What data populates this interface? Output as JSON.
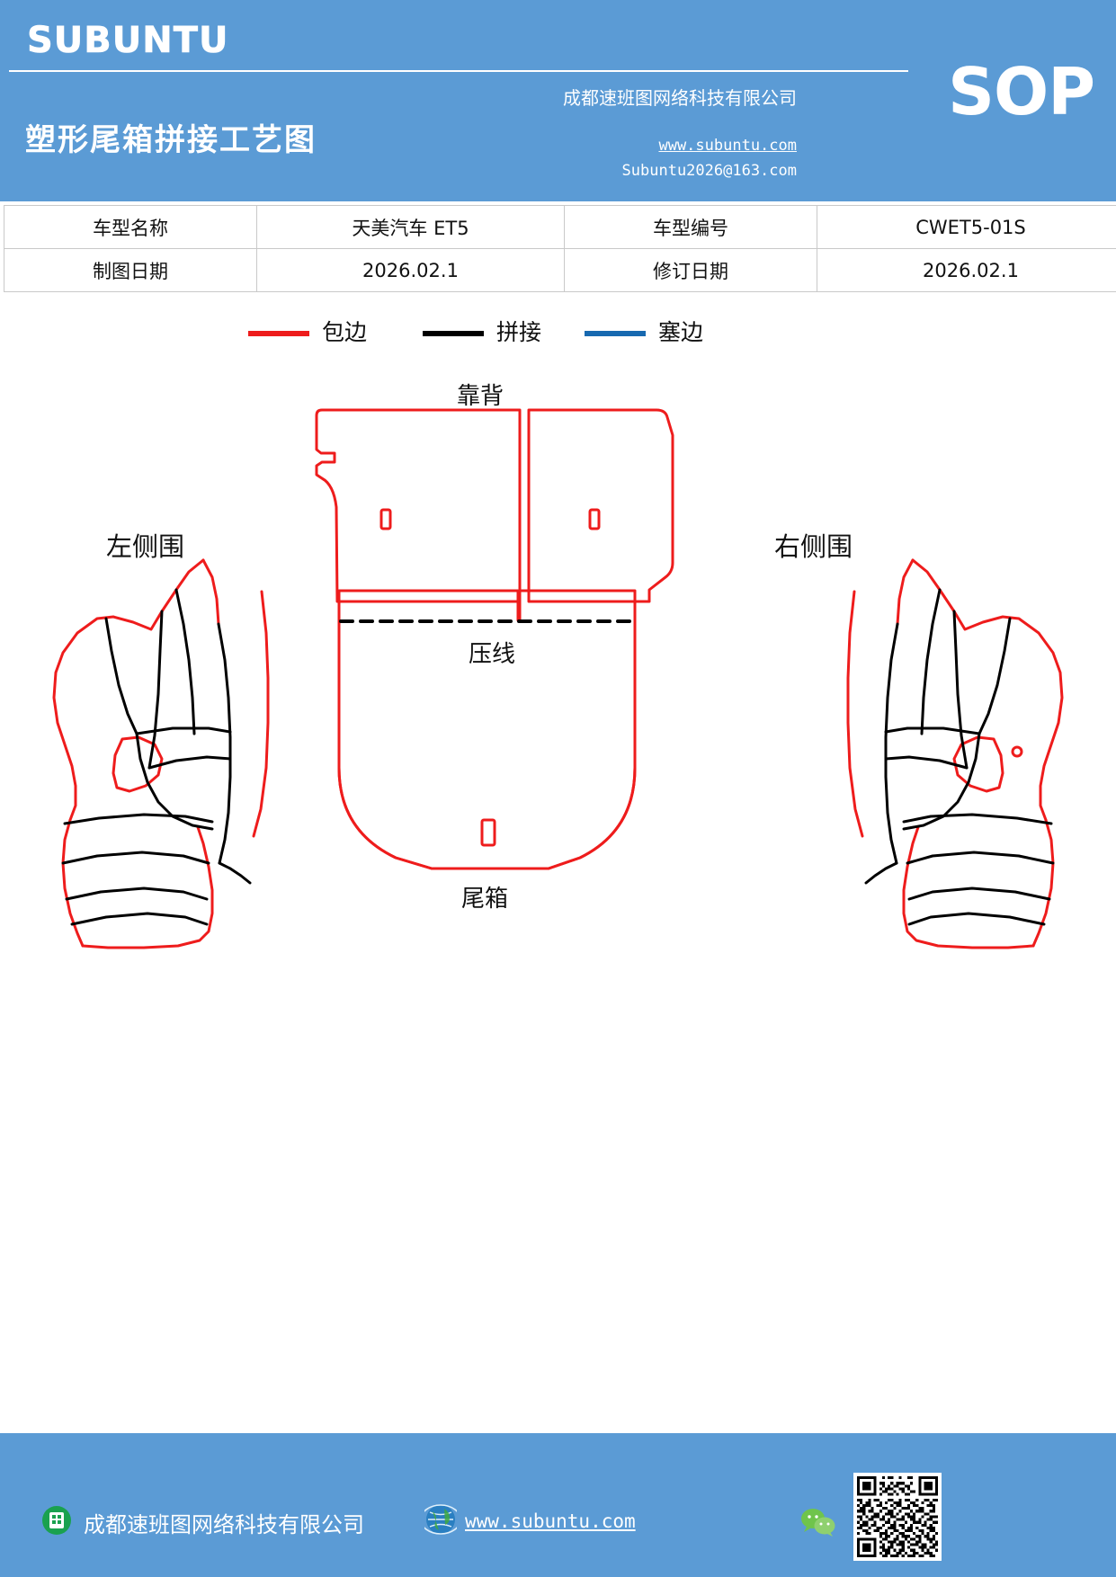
{
  "header": {
    "logo": "SUBUNTU",
    "doc_type": "SOP",
    "title": "塑形尾箱拼接工艺图",
    "company": "成都速班图网络科技有限公司",
    "website": "www.subuntu.com",
    "email": "Subuntu2026@163.com",
    "background_color": "#5b9bd5"
  },
  "info_table": {
    "rows": [
      {
        "label1": "车型名称",
        "value1": "天美汽车 ET5",
        "label2": "车型编号",
        "value2": "CWET5-01S"
      },
      {
        "label1": "制图日期",
        "value1": "2026.02.1",
        "label2": "修订日期",
        "value2": "2026.02.1"
      }
    ]
  },
  "legend": {
    "items": [
      {
        "label": "包边",
        "color": "#ee1c1c"
      },
      {
        "label": "拼接",
        "color": "#000000"
      },
      {
        "label": "塞边",
        "color": "#1769b0"
      }
    ]
  },
  "diagram": {
    "labels": {
      "backrest": "靠背",
      "crease_line": "压线",
      "trunk": "尾箱",
      "left_side": "左侧围",
      "right_side": "右侧围"
    },
    "colors": {
      "binding": "#ee1c1c",
      "seam": "#000000",
      "crease": "#000000"
    }
  },
  "footer": {
    "company": "成都速班图网络科技有限公司",
    "website": "www.subuntu.com",
    "icons": {
      "company_badge": "company-badge-icon",
      "globe": "globe-icon",
      "wechat": "wechat-icon",
      "qr": "qr-code-icon"
    },
    "background_color": "#5b9bd5"
  }
}
